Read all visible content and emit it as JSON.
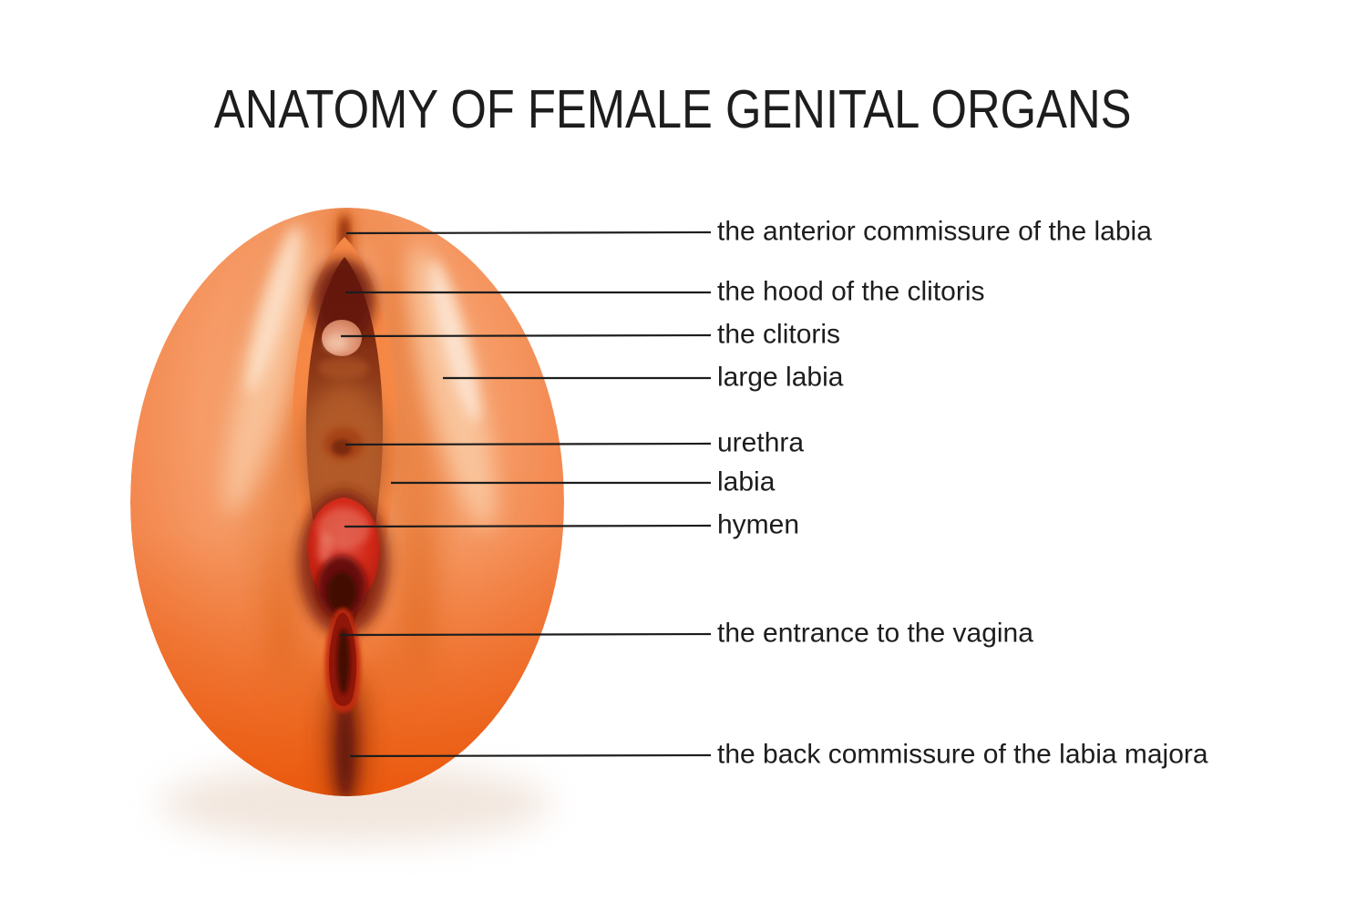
{
  "title": "ANATOMY OF FEMALE GENITAL ORGANS",
  "illustration": {
    "labels": [
      {
        "text": "the anterior commissure of the labia"
      },
      {
        "text": "the hood of the clitoris"
      },
      {
        "text": "the clitoris"
      },
      {
        "text": "large labia"
      },
      {
        "text": "urethra"
      },
      {
        "text": "labia"
      },
      {
        "text": "hymen"
      },
      {
        "text": "the entrance to the vagina"
      },
      {
        "text": "the back commissure of the labia majora"
      }
    ]
  },
  "colors": {
    "background": "#ffffff",
    "text": "#1d1d1d",
    "leader_line": "#1d1d1d",
    "skin_light": "#f9b183",
    "skin_mid": "#f28146",
    "skin_deep": "#ec6a22",
    "inner_rim_orange": "#f68846",
    "inner_mucosa_brown": "#9e4a22",
    "hood_maroon": "#6e2008",
    "clitoris_pink": "#de9273",
    "urethra_rust": "#7c2a0d",
    "hymen_red": "#d42a1a",
    "vaginal_entrance_dark": "#430b02"
  }
}
